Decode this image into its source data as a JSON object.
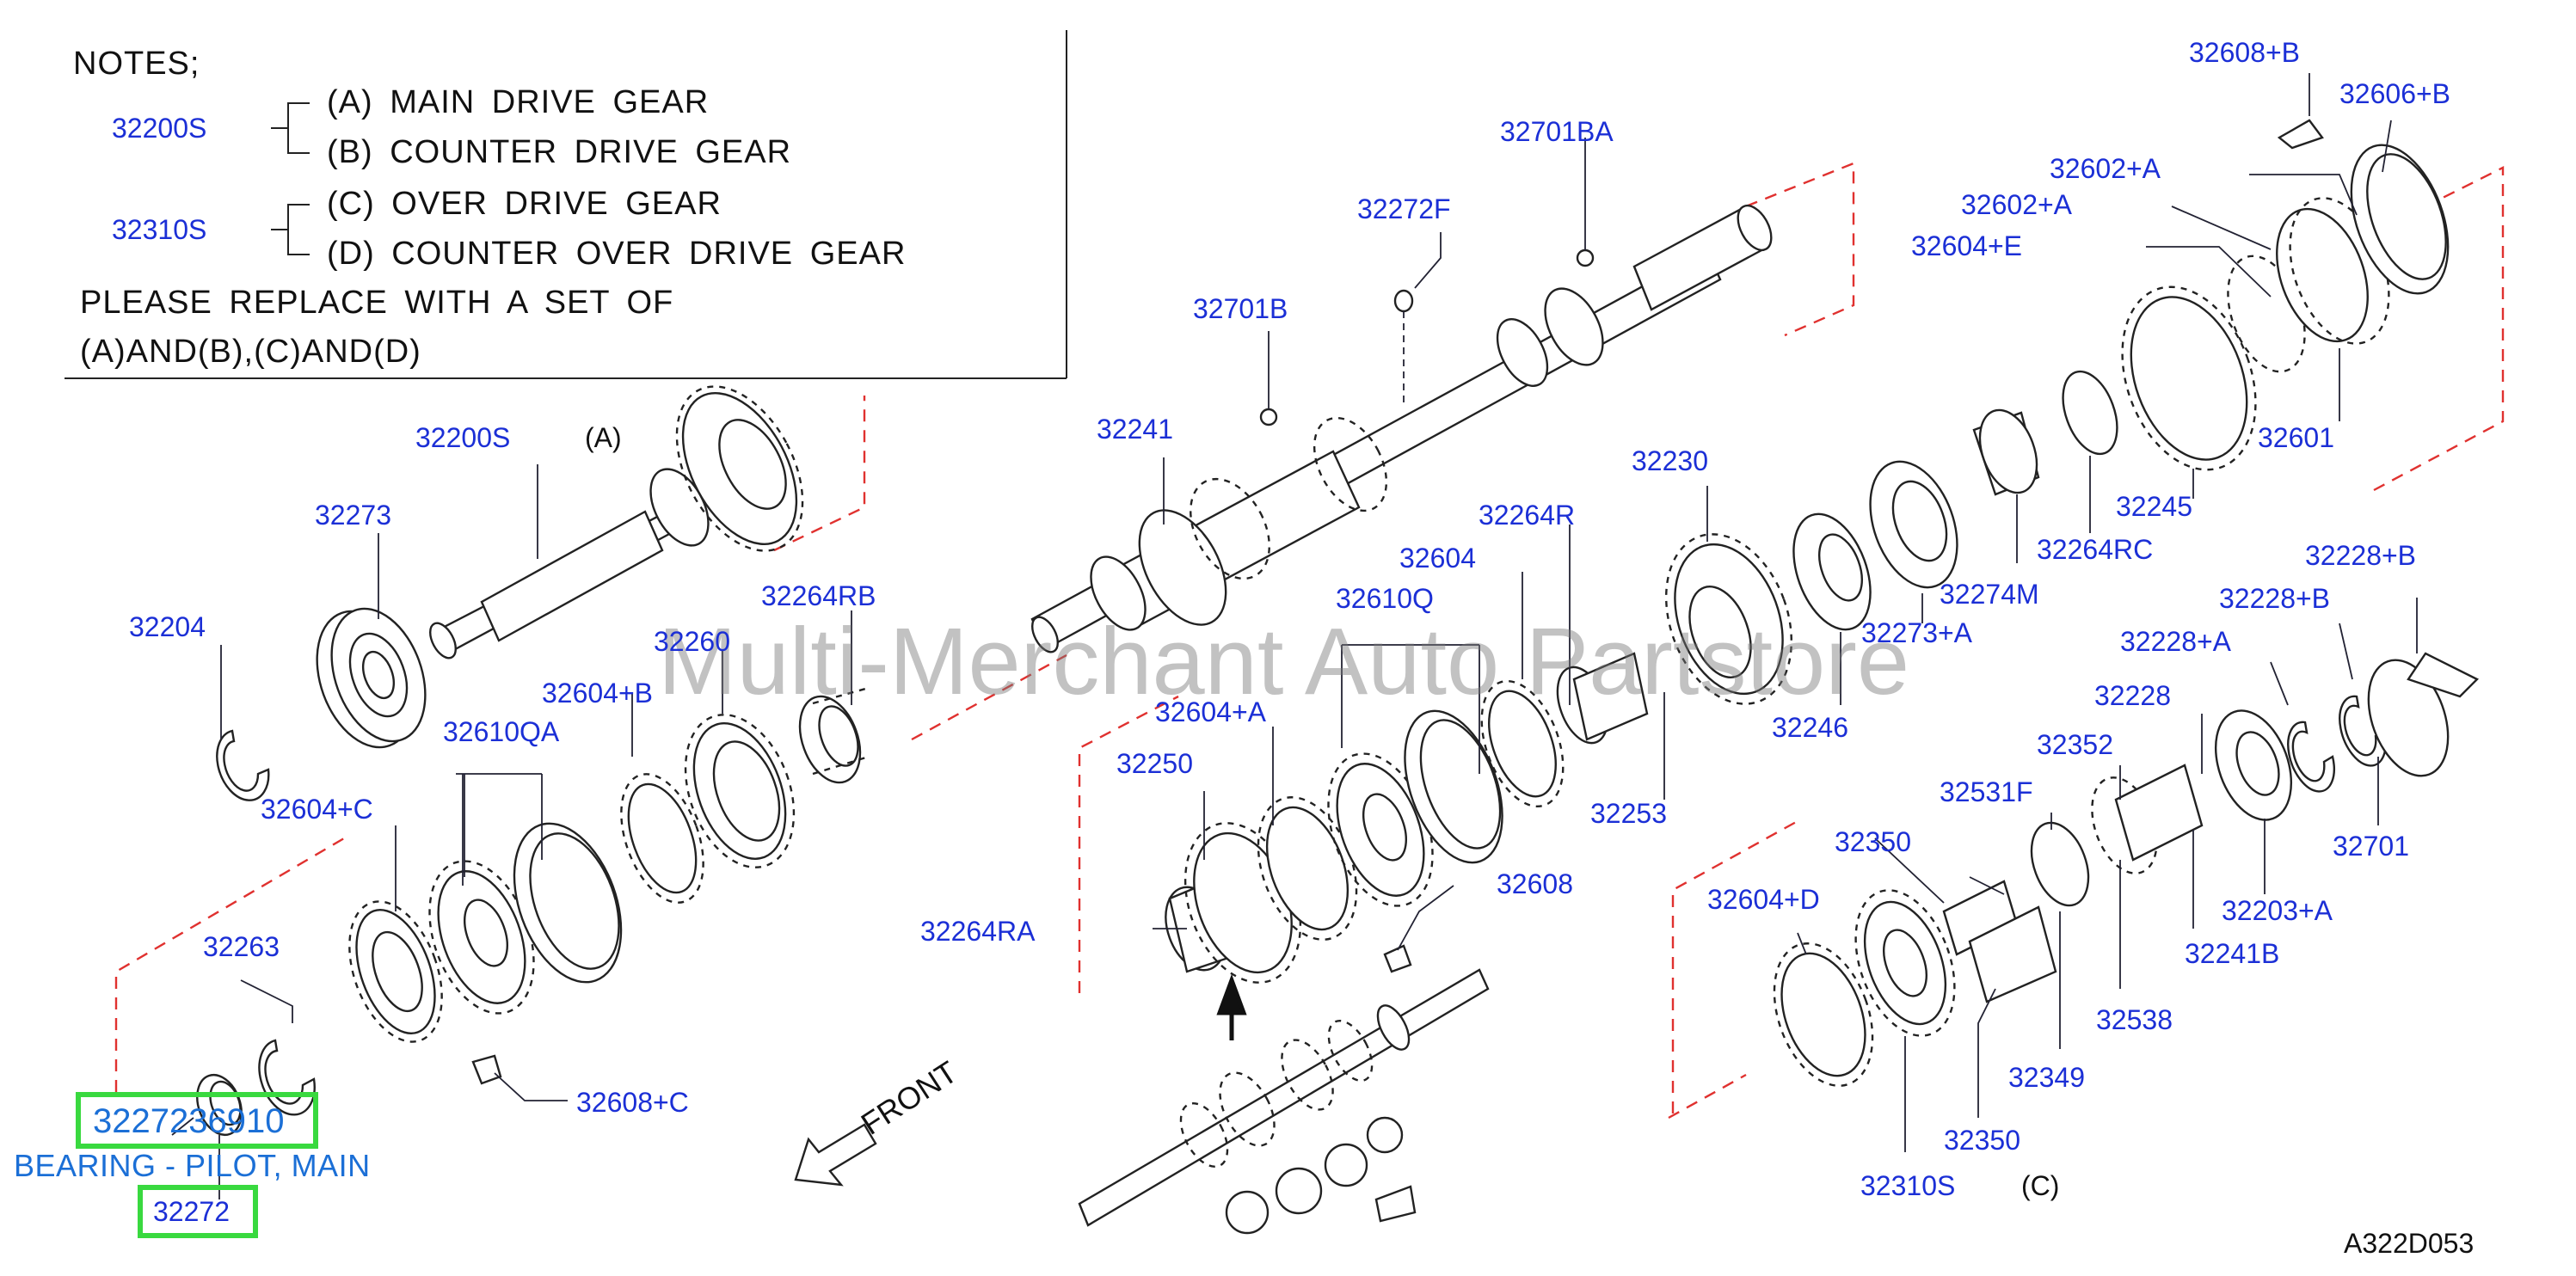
{
  "notes": {
    "heading": "NOTES;",
    "group1_part": "32200S",
    "item_a": "(A)  MAIN  DRIVE  GEAR",
    "item_b": "(B)  COUNTER  DRIVE  GEAR",
    "group2_part": "32310S",
    "item_c": "(C)  OVER  DRIVE  GEAR",
    "item_d": "(D)  COUNTER  OVER  DRIVE  GEAR",
    "replace_line1": "PLEASE  REPLACE  WITH  A  SET  OF",
    "replace_line2": "(A)AND(B),(C)AND(D)"
  },
  "labels": {
    "p32200S": "32200S",
    "tagA": "(A)",
    "p32273": "32273",
    "p32204": "32204",
    "p32264RB": "32264RB",
    "p32260": "32260",
    "p32604B": "32604+B",
    "p32610QA": "32610QA",
    "p32604C": "32604+C",
    "p32263": "32263",
    "p32608C": "32608+C",
    "p32241": "32241",
    "p32701B": "32701B",
    "p32272F": "32272F",
    "p32701BA": "32701BA",
    "p32230": "32230",
    "p32264R": "32264R",
    "p32604": "32604",
    "p32610Q": "32610Q",
    "p32604A": "32604+A",
    "p32250": "32250",
    "p32264RA": "32264RA",
    "p32608": "32608",
    "p32253": "32253",
    "p32246": "32246",
    "p32273A": "32273+A",
    "p32274M": "32274M",
    "p32264RC": "32264RC",
    "p32245": "32245",
    "p32601": "32601",
    "p32604E": "32604+E",
    "p32602A1": "32602+A",
    "p32602A2": "32602+A",
    "p32608B": "32608+B",
    "p32606B": "32606+B",
    "p32228B1": "32228+B",
    "p32228B2": "32228+B",
    "p32228A": "32228+A",
    "p32228": "32228",
    "p32352": "32352",
    "p32531F": "32531F",
    "p32350a": "32350",
    "p32604D": "32604+D",
    "p32701": "32701",
    "p32203A": "32203+A",
    "p32241B": "32241B",
    "p32538": "32538",
    "p32349": "32349",
    "p32350b": "32350",
    "p32310S": "32310S",
    "tagC": "(C)"
  },
  "callout": {
    "part_number": "3227236910",
    "description": "BEARING - PILOT, MAIN",
    "ref": "32272"
  },
  "front_label": "FRONT",
  "watermark": "Multi-Merchant Auto Partstore",
  "diagram_code": "A322D053",
  "colors": {
    "part_number_blue": "#1b2fd6",
    "callout_blue": "#1b6fd6",
    "highlight_green": "#39d93f",
    "dashed_red": "#e0312f"
  }
}
